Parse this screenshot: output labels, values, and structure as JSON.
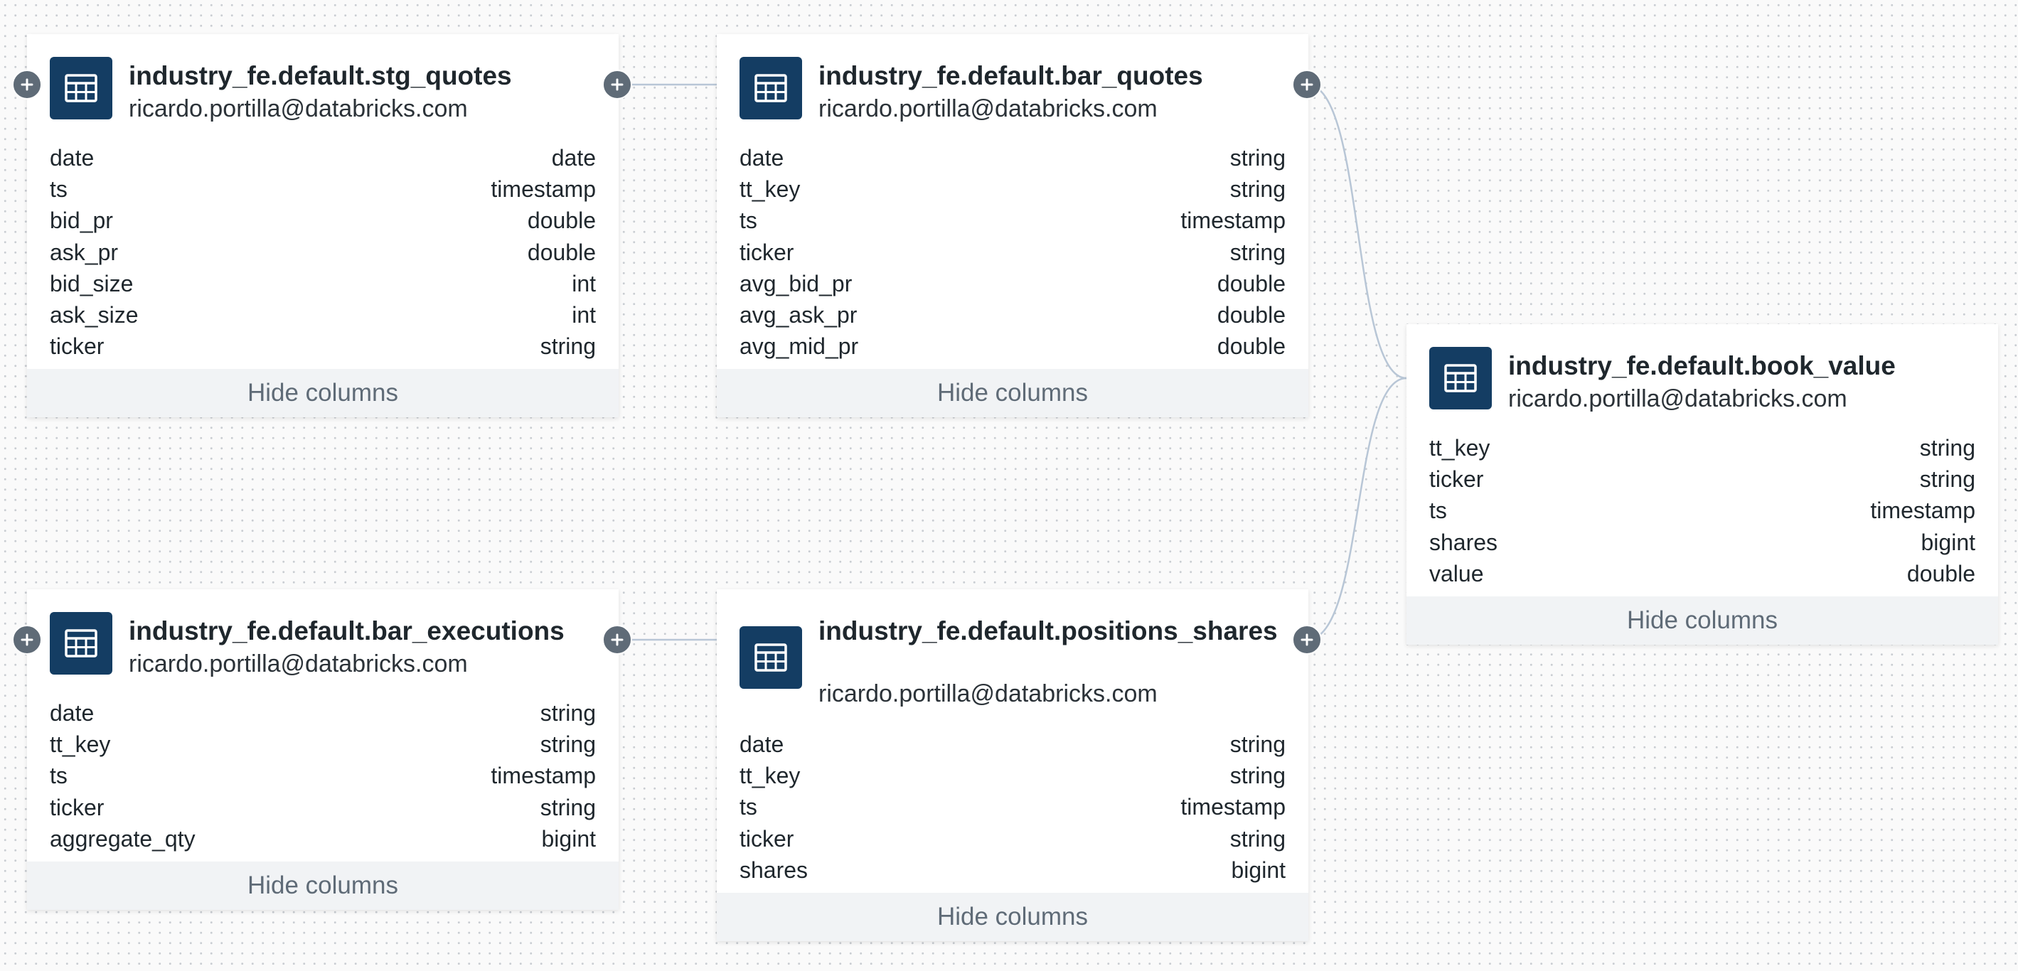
{
  "diagram": {
    "hide_columns_label": "Hide columns",
    "accent_color": "#143d63",
    "connector_color": "#b8c6d6",
    "tables": [
      {
        "name": "industry_fe.default.stg_quotes",
        "owner": "ricardo.portilla@databricks.com",
        "columns": [
          {
            "name": "date",
            "type": "date"
          },
          {
            "name": "ts",
            "type": "timestamp"
          },
          {
            "name": "bid_pr",
            "type": "double"
          },
          {
            "name": "ask_pr",
            "type": "double"
          },
          {
            "name": "bid_size",
            "type": "int"
          },
          {
            "name": "ask_size",
            "type": "int"
          },
          {
            "name": "ticker",
            "type": "string"
          }
        ]
      },
      {
        "name": "industry_fe.default.bar_quotes",
        "owner": "ricardo.portilla@databricks.com",
        "columns": [
          {
            "name": "date",
            "type": "string"
          },
          {
            "name": "tt_key",
            "type": "string"
          },
          {
            "name": "ts",
            "type": "timestamp"
          },
          {
            "name": "ticker",
            "type": "string"
          },
          {
            "name": "avg_bid_pr",
            "type": "double"
          },
          {
            "name": "avg_ask_pr",
            "type": "double"
          },
          {
            "name": "avg_mid_pr",
            "type": "double"
          }
        ]
      },
      {
        "name": "industry_fe.default.book_value",
        "owner": "ricardo.portilla@databricks.com",
        "columns": [
          {
            "name": "tt_key",
            "type": "string"
          },
          {
            "name": "ticker",
            "type": "string"
          },
          {
            "name": "ts",
            "type": "timestamp"
          },
          {
            "name": "shares",
            "type": "bigint"
          },
          {
            "name": "value",
            "type": "double"
          }
        ]
      },
      {
        "name": "industry_fe.default.bar_executions",
        "owner": "ricardo.portilla@databricks.com",
        "columns": [
          {
            "name": "date",
            "type": "string"
          },
          {
            "name": "tt_key",
            "type": "string"
          },
          {
            "name": "ts",
            "type": "timestamp"
          },
          {
            "name": "ticker",
            "type": "string"
          },
          {
            "name": "aggregate_qty",
            "type": "bigint"
          }
        ]
      },
      {
        "name": "industry_fe.default.positions_shares",
        "owner": "ricardo.portilla@databricks.com",
        "columns": [
          {
            "name": "date",
            "type": "string"
          },
          {
            "name": "tt_key",
            "type": "string"
          },
          {
            "name": "ts",
            "type": "timestamp"
          },
          {
            "name": "ticker",
            "type": "string"
          },
          {
            "name": "shares",
            "type": "bigint"
          }
        ]
      }
    ],
    "edges": [
      {
        "from": "industry_fe.default.stg_quotes",
        "to": "industry_fe.default.bar_quotes"
      },
      {
        "from": "industry_fe.default.bar_executions",
        "to": "industry_fe.default.positions_shares"
      },
      {
        "from": "industry_fe.default.bar_quotes",
        "to": "industry_fe.default.book_value"
      },
      {
        "from": "industry_fe.default.positions_shares",
        "to": "industry_fe.default.book_value"
      }
    ]
  }
}
